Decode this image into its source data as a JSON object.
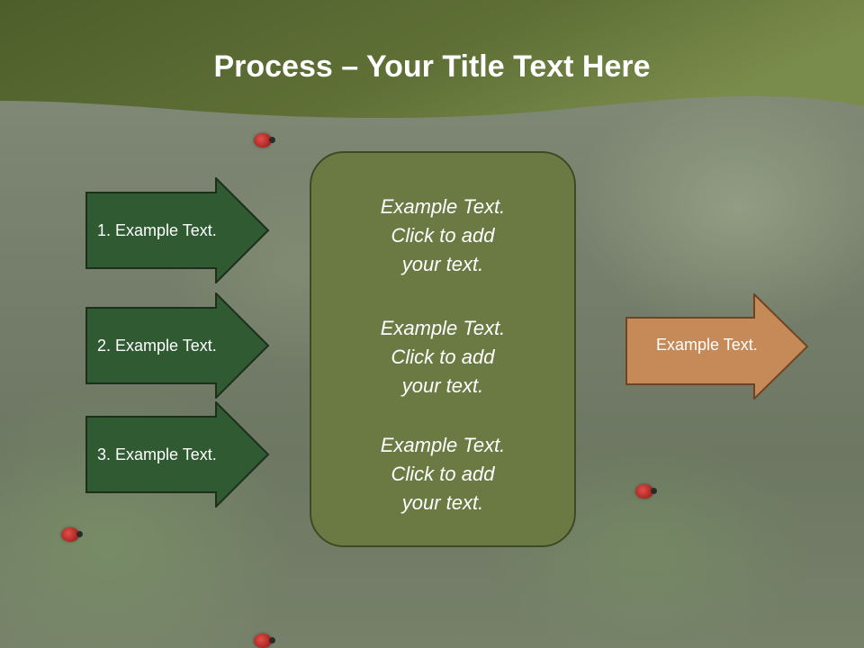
{
  "slide": {
    "title_bold": "Process",
    "title_rest": " – Your Title Text Here"
  },
  "left_arrows": [
    {
      "label": "1. Example Text."
    },
    {
      "label": "2. Example Text."
    },
    {
      "label": "3. Example Text."
    }
  ],
  "center_box": {
    "paragraphs": [
      "Example Text.\nClick  to add\nyour text.",
      "Example Text.\nClick  to add\nyour text.",
      "Example Text.\nClick  to add\nyour text."
    ]
  },
  "right_arrow": {
    "label": "Example Text."
  },
  "colors": {
    "header": "#5e6f36",
    "left_arrow_fill": "#2f5a32",
    "center_box_fill": "#6b7a43",
    "right_arrow_fill": "#c68a58"
  }
}
